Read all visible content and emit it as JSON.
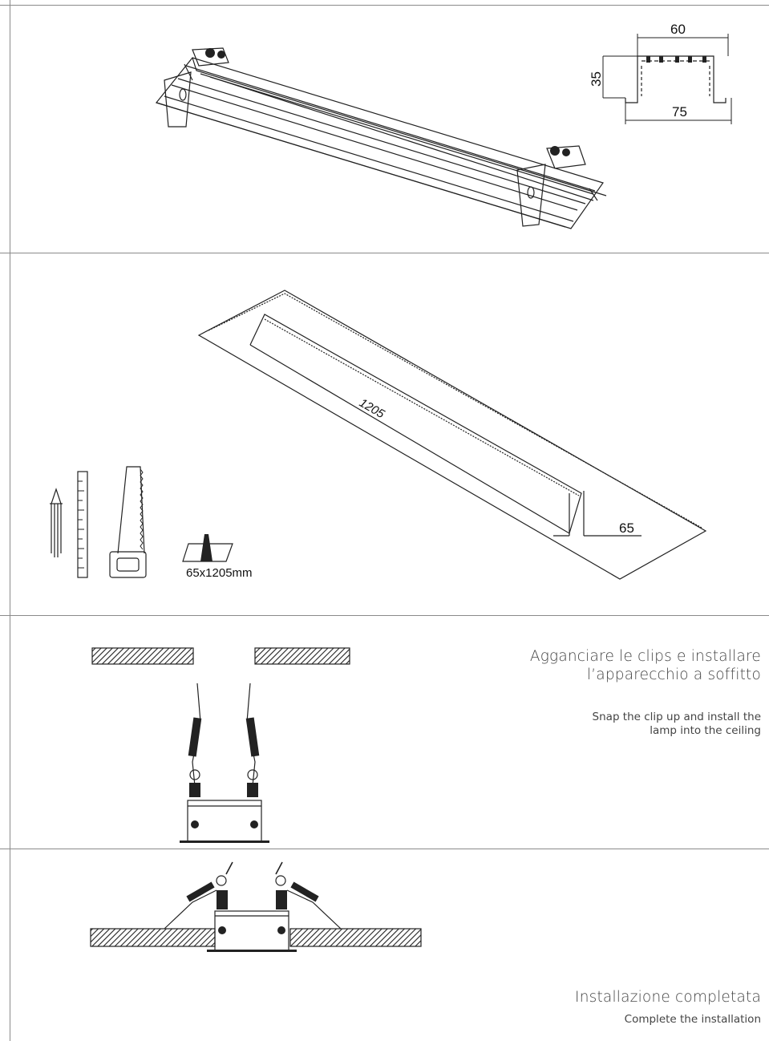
{
  "section1": {
    "dims": {
      "width_top": "60",
      "height": "35",
      "width_bottom": "75"
    }
  },
  "section2": {
    "length": "1205",
    "width": "65",
    "cutout": "65x1205mm"
  },
  "section3": {
    "text_it": "Agganciare le clips e installare l’apparecchio a soffitto",
    "text_it_line1": "Agganciare le clips e installare",
    "text_it_line2": "l’apparecchio a soffitto",
    "text_en_line1": "Snap the clip up and install the",
    "text_en_line2": "lamp into the ceiling"
  },
  "section4": {
    "text_it": "Installazione completata",
    "text_en": "Complete the installation"
  }
}
